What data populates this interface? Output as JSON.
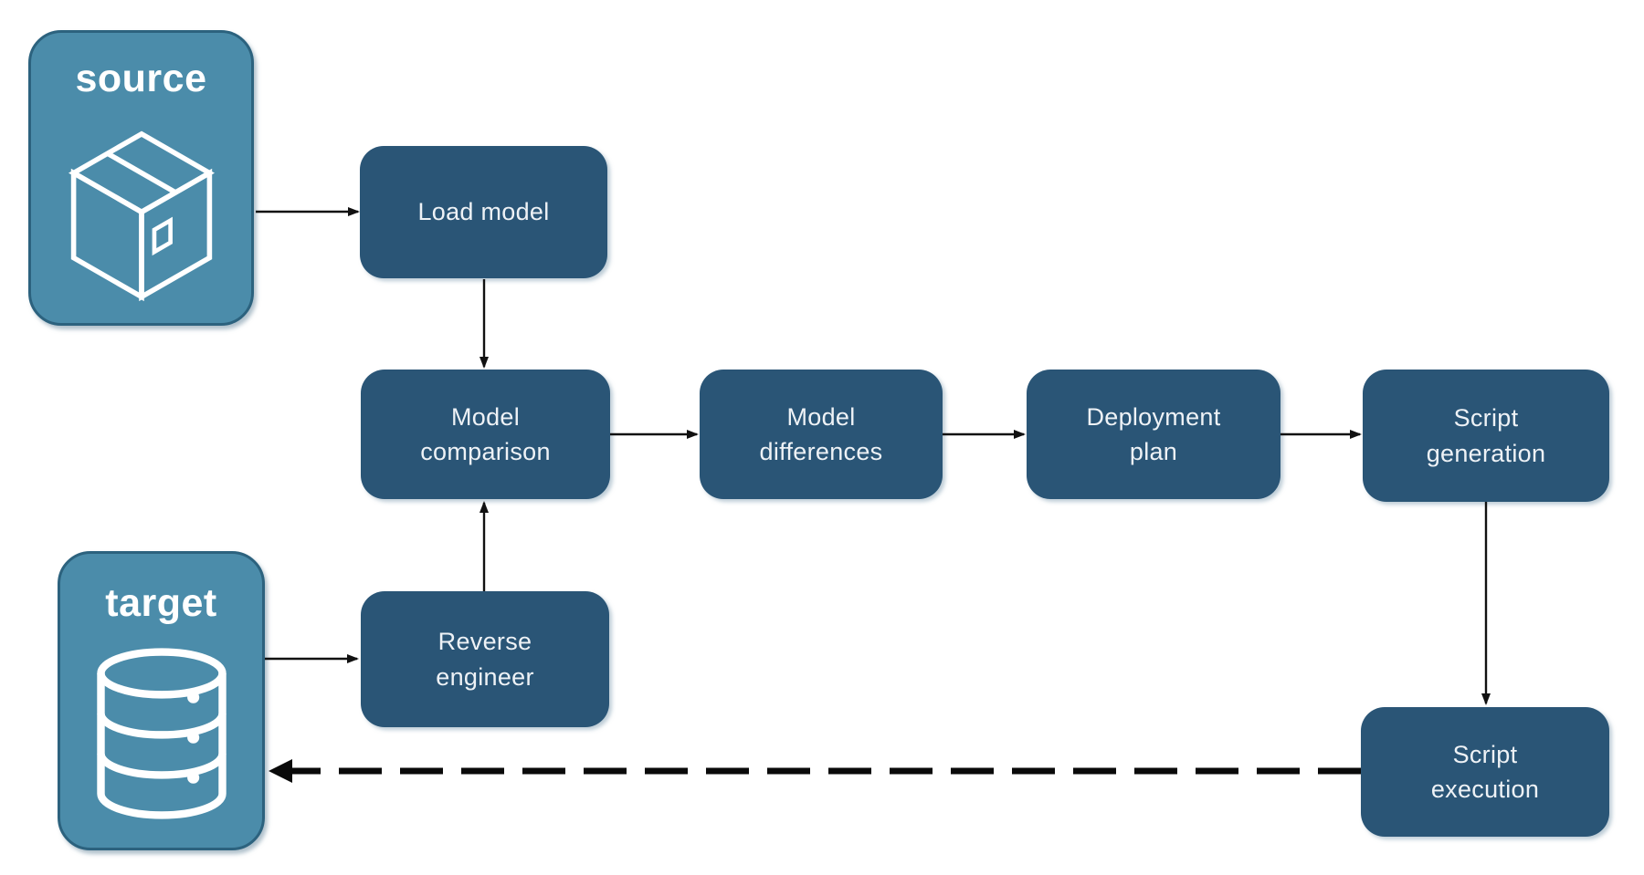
{
  "diagram": {
    "background": "#ffffff",
    "colors": {
      "node_fill": "#2a5576",
      "node_text": "#eef2f6",
      "container_fill": "#4b8caa",
      "container_border": "#2c627e",
      "container_text": "#ffffff",
      "arrow": "#111111"
    },
    "containers": [
      {
        "id": "source",
        "label": "source",
        "icon": "package-icon"
      },
      {
        "id": "target",
        "label": "target",
        "icon": "database-icon"
      }
    ],
    "nodes": [
      {
        "id": "load-model",
        "label": "Load model"
      },
      {
        "id": "model-comparison",
        "label": "Model comparison"
      },
      {
        "id": "model-differences",
        "label": "Model differences"
      },
      {
        "id": "deployment-plan",
        "label": "Deployment plan"
      },
      {
        "id": "script-generation",
        "label": "Script generation"
      },
      {
        "id": "reverse-engineer",
        "label": "Reverse engineer"
      },
      {
        "id": "script-execution",
        "label": "Script execution"
      }
    ],
    "edges": [
      {
        "from": "source",
        "to": "load-model",
        "style": "solid"
      },
      {
        "from": "load-model",
        "to": "model-comparison",
        "style": "solid"
      },
      {
        "from": "model-comparison",
        "to": "model-differences",
        "style": "solid"
      },
      {
        "from": "model-differences",
        "to": "deployment-plan",
        "style": "solid"
      },
      {
        "from": "deployment-plan",
        "to": "script-generation",
        "style": "solid"
      },
      {
        "from": "script-generation",
        "to": "script-execution",
        "style": "solid"
      },
      {
        "from": "target",
        "to": "reverse-engineer",
        "style": "solid"
      },
      {
        "from": "reverse-engineer",
        "to": "model-comparison",
        "style": "solid"
      },
      {
        "from": "script-execution",
        "to": "target",
        "style": "dashed"
      }
    ]
  }
}
